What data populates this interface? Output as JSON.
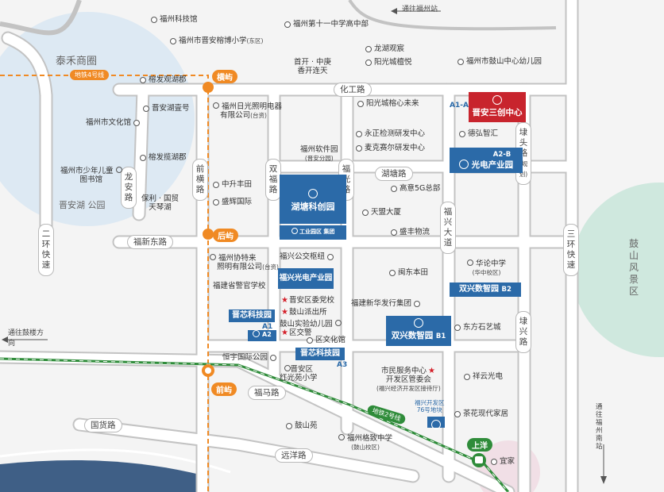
{
  "areas": {
    "taihe": "泰禾商圈",
    "jinanhu": "晋安湖 公园",
    "gushan": "鼓山风景区"
  },
  "metro": {
    "line4": "地铁4号线",
    "line2": "地铁2号线"
  },
  "stations": {
    "hengyu": "横屿",
    "houyu": "后屿",
    "qianyu": "前屿",
    "shangyang": "上洋"
  },
  "roads": {
    "huagong": "化工路",
    "hutang": "湖塘路",
    "fuxingdong": "福新东路",
    "fuma": "福马路",
    "guohuo": "国货路",
    "yuanyang": "远洋路",
    "erhuan": "二环快速",
    "sanhuan": "三环快速",
    "longan": "龙安路",
    "qianheng": "前横路",
    "shuangfu": "双福路",
    "fuguang": "福光路",
    "fuxingdadao": "福兴大道",
    "dongxiang": "埭头路",
    "dongxing": "埭兴路",
    "dongxiang_note": "(规划)"
  },
  "directions": {
    "top": "通往福州站",
    "left": "通往鼓楼方向",
    "right": "通往福州南站"
  },
  "pois": {
    "kejiguan": "福州科技馆",
    "rongbo": "福州市晋安榕博小学",
    "rongbo_note": "(东区)",
    "no11": "福州第十一中学高中部",
    "longhu": "龙湖观宸",
    "shoukai": "首开 · 中庚",
    "shoukai2": "香开连天",
    "yangguangtan": "阳光城檀悦",
    "gushankg": "福州市鼓山中心幼儿园",
    "fafa": "榕发观湖郡",
    "jinanhuyi": "晋安湖壹号",
    "rizhao": "福州日光照明电器",
    "rizhao2": "有限公司",
    "rizhao_note": "(台资)",
    "wenhuaguan": "福州市文化馆",
    "fafajiang": "榕发揽湖郡",
    "ertong": "福州市少年儿童",
    "ertong2": "图书馆",
    "baoli": "保利 · 国贸",
    "baoli2": "天琴湖",
    "ruanjian": "福州软件园",
    "ruanjian_note": "(晋安分园)",
    "yangguangxin": "阳光城榕心未来",
    "yongzheng": "永正检测研发中心",
    "maike": "麦克赛尔研发中心",
    "dehong": "德弘智汇",
    "zhongsheng": "中升丰田",
    "shenghui": "盛辉国际",
    "gaoyi": "高意5G总部",
    "tianmeng": "天盟大厦",
    "shengfeng": "盛丰物流",
    "xieteyu": "福州协特来",
    "xieteyu2": "照明有限公司",
    "xieteyu_note": "(台资)",
    "jingguan": "福建省警官学校",
    "fuxing_hub": "福兴公交枢纽",
    "mindong": "闽东本田",
    "huazhong": "华论中学",
    "huazhong_note": "(华中校区)",
    "xinhua": "福建新华发行集团",
    "partycommittee": "晋安区委党校",
    "police": "鼓山派出所",
    "kindergarten": "鼓山实验幼儿园",
    "traffic": "区交警",
    "wenhua": "区文化馆",
    "dongfang": "东方石艺城",
    "hengyu_park": "恒宇国际公园",
    "jinan_school": "晋安区",
    "jinan_school2": "红光苑小学",
    "citizen": "市民服务中心",
    "kaifa": "开发区管委会",
    "kaifa_note": "(福兴经济开发区接待厅)",
    "xiangyun": "祥云光电",
    "chayuan": "茶花现代家居",
    "gushanyuan": "鼓山苑",
    "gezhi": "福州格致中学",
    "gezhi_note": "(鼓山校区)",
    "yijia": "宜家",
    "plot76": "福兴开发区",
    "plot76b": "76号地块"
  },
  "parks": {
    "sanchuang": "晋安三创中心",
    "sanchuang_code": "A1-A",
    "guangdian": "光电产业园",
    "guangdian_code": "A2-B",
    "hutang": "湖塘科创园",
    "gongye": "工业园区 集团",
    "guangdian2": "福兴光电产业园",
    "jinxin": "晋芯科技园",
    "jinxin_a1": "A1",
    "jinxin_a2": "A2",
    "jinxin2": "晋芯科技园",
    "jinxin_a3": "A3",
    "shuangxing": "双兴数智园",
    "shuangxing_b2": "B2",
    "shuangxing2": "双兴数智园",
    "shuangxing_b1": "B1"
  }
}
